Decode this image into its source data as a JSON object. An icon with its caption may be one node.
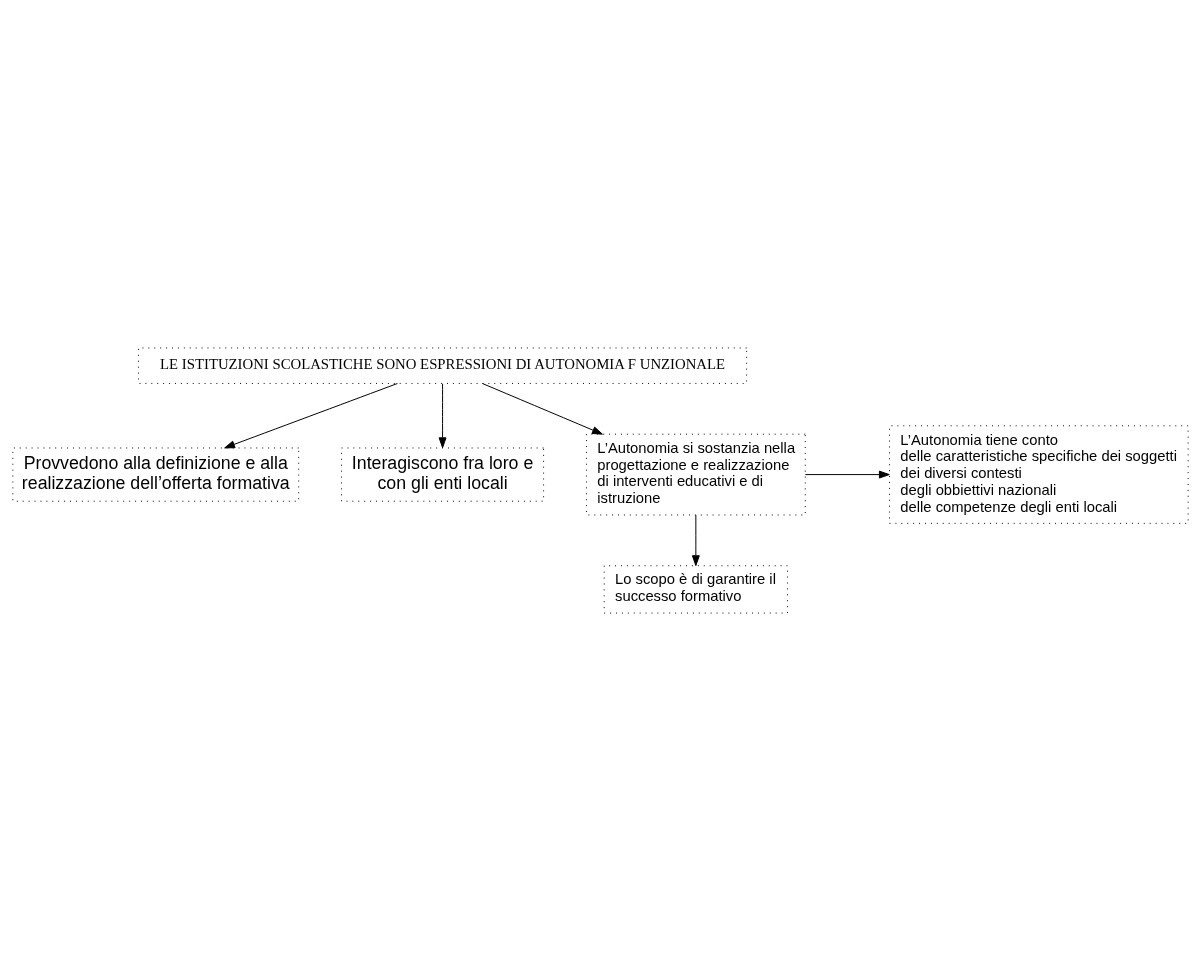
{
  "diagram": {
    "nodes": [
      {
        "text": [
          "LE ISTITUZIONI SCOLASTICHE SONO ESPRESSIONI DI AUTONOMIA F UNZIONALE"
        ]
      },
      {
        "text": [
          "Provvedono alla definizione e alla realizzazione dell’offerta formativa"
        ]
      },
      {
        "text": [
          "Interagiscono fra loro e con gli enti locali"
        ]
      },
      {
        "text": [
          "L’Autonomia si sostanzia nella progettazione e realizzazione di interventi educativi e di istruzione"
        ]
      },
      {
        "text": [
          "L’Autonomia tiene conto",
          "delle caratteristiche specifiche dei soggetti",
          "dei diversi contesti",
          "degli obbiettivi nazionali",
          "delle competenze degli enti locali"
        ]
      },
      {
        "text": [
          "Lo scopo è di garantire il successo formativo"
        ]
      }
    ],
    "edges": [
      {
        "from": 0,
        "to": 1,
        "arrow": "to"
      },
      {
        "from": 0,
        "to": 2,
        "arrow": "to"
      },
      {
        "from": 0,
        "to": 3,
        "arrow": "to"
      },
      {
        "from": 3,
        "to": 4,
        "arrow": "to"
      },
      {
        "from": 3,
        "to": 5,
        "arrow": "to"
      }
    ]
  }
}
